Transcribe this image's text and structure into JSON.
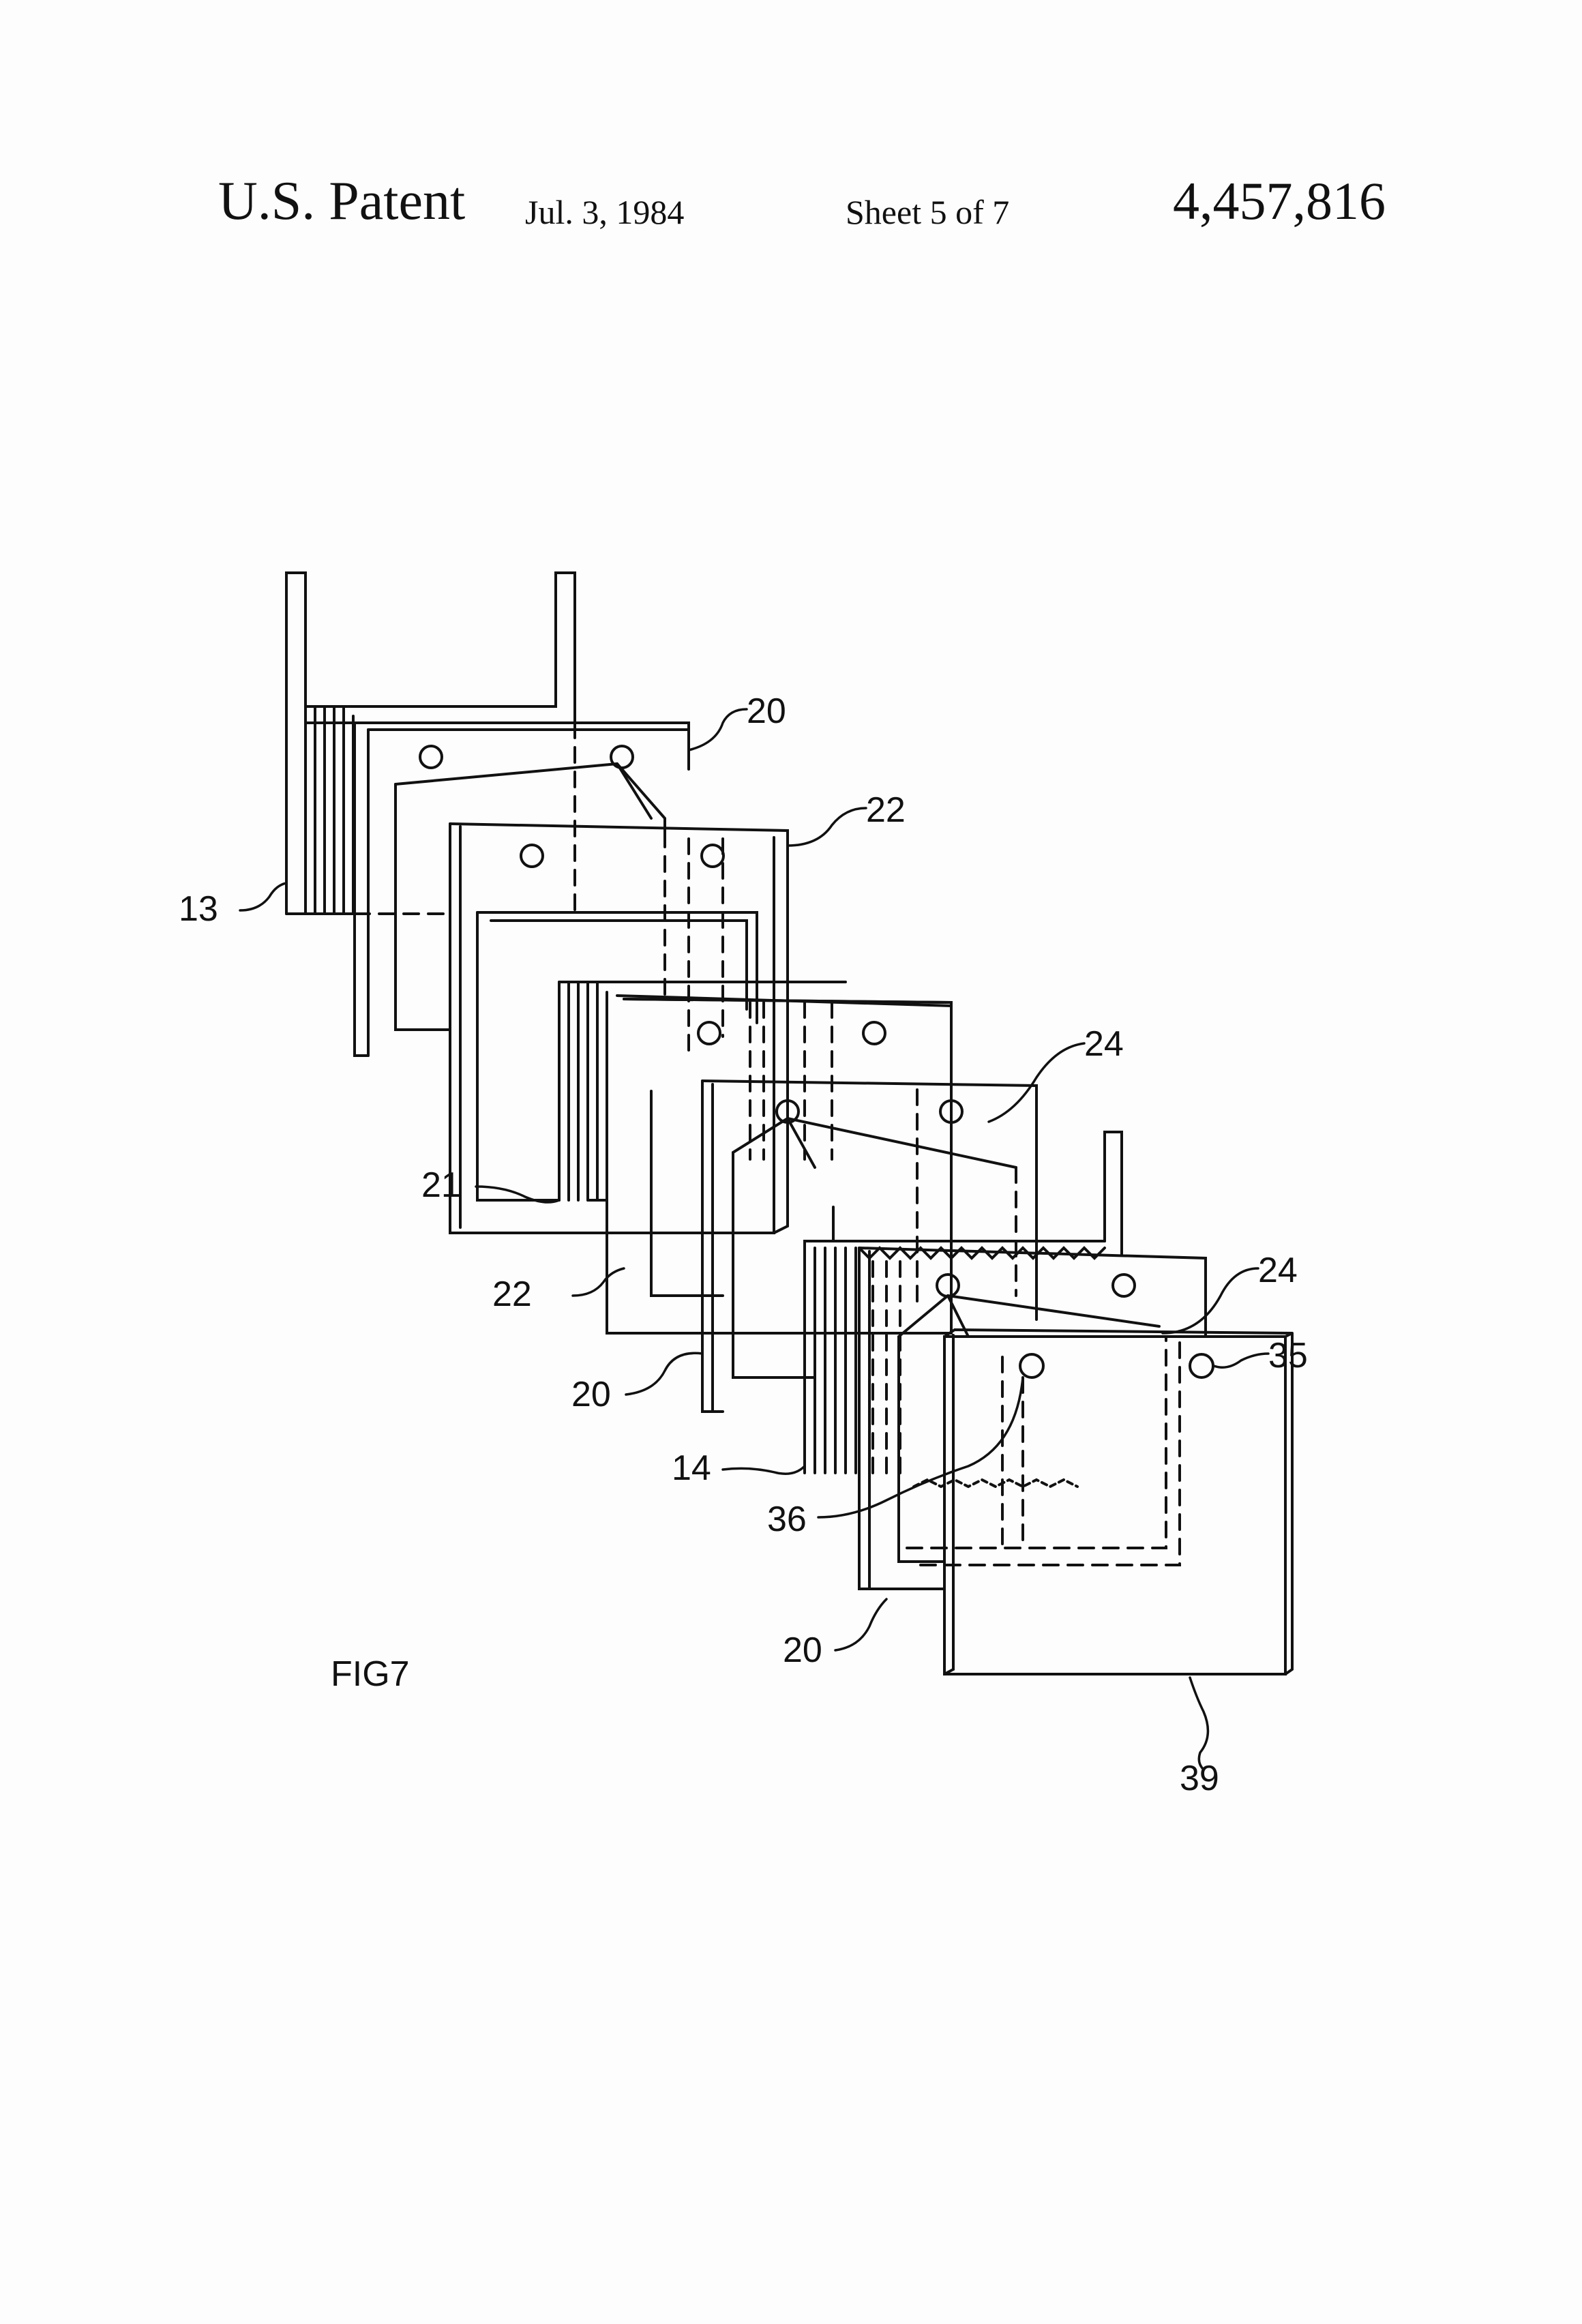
{
  "header": {
    "title": "U.S. Patent",
    "date": "Jul. 3, 1984",
    "sheet": "Sheet 5 of 7",
    "patent_number": "4,457,816"
  },
  "figure": {
    "caption": "FIG7",
    "labels": {
      "l20a": "20",
      "l22a": "22",
      "l13": "13",
      "l24a": "24",
      "l21": "21",
      "l22b": "22",
      "l24b": "24",
      "l35": "35",
      "l20b": "20",
      "l14": "14",
      "l36": "36",
      "l20c": "20",
      "l39": "39"
    }
  }
}
